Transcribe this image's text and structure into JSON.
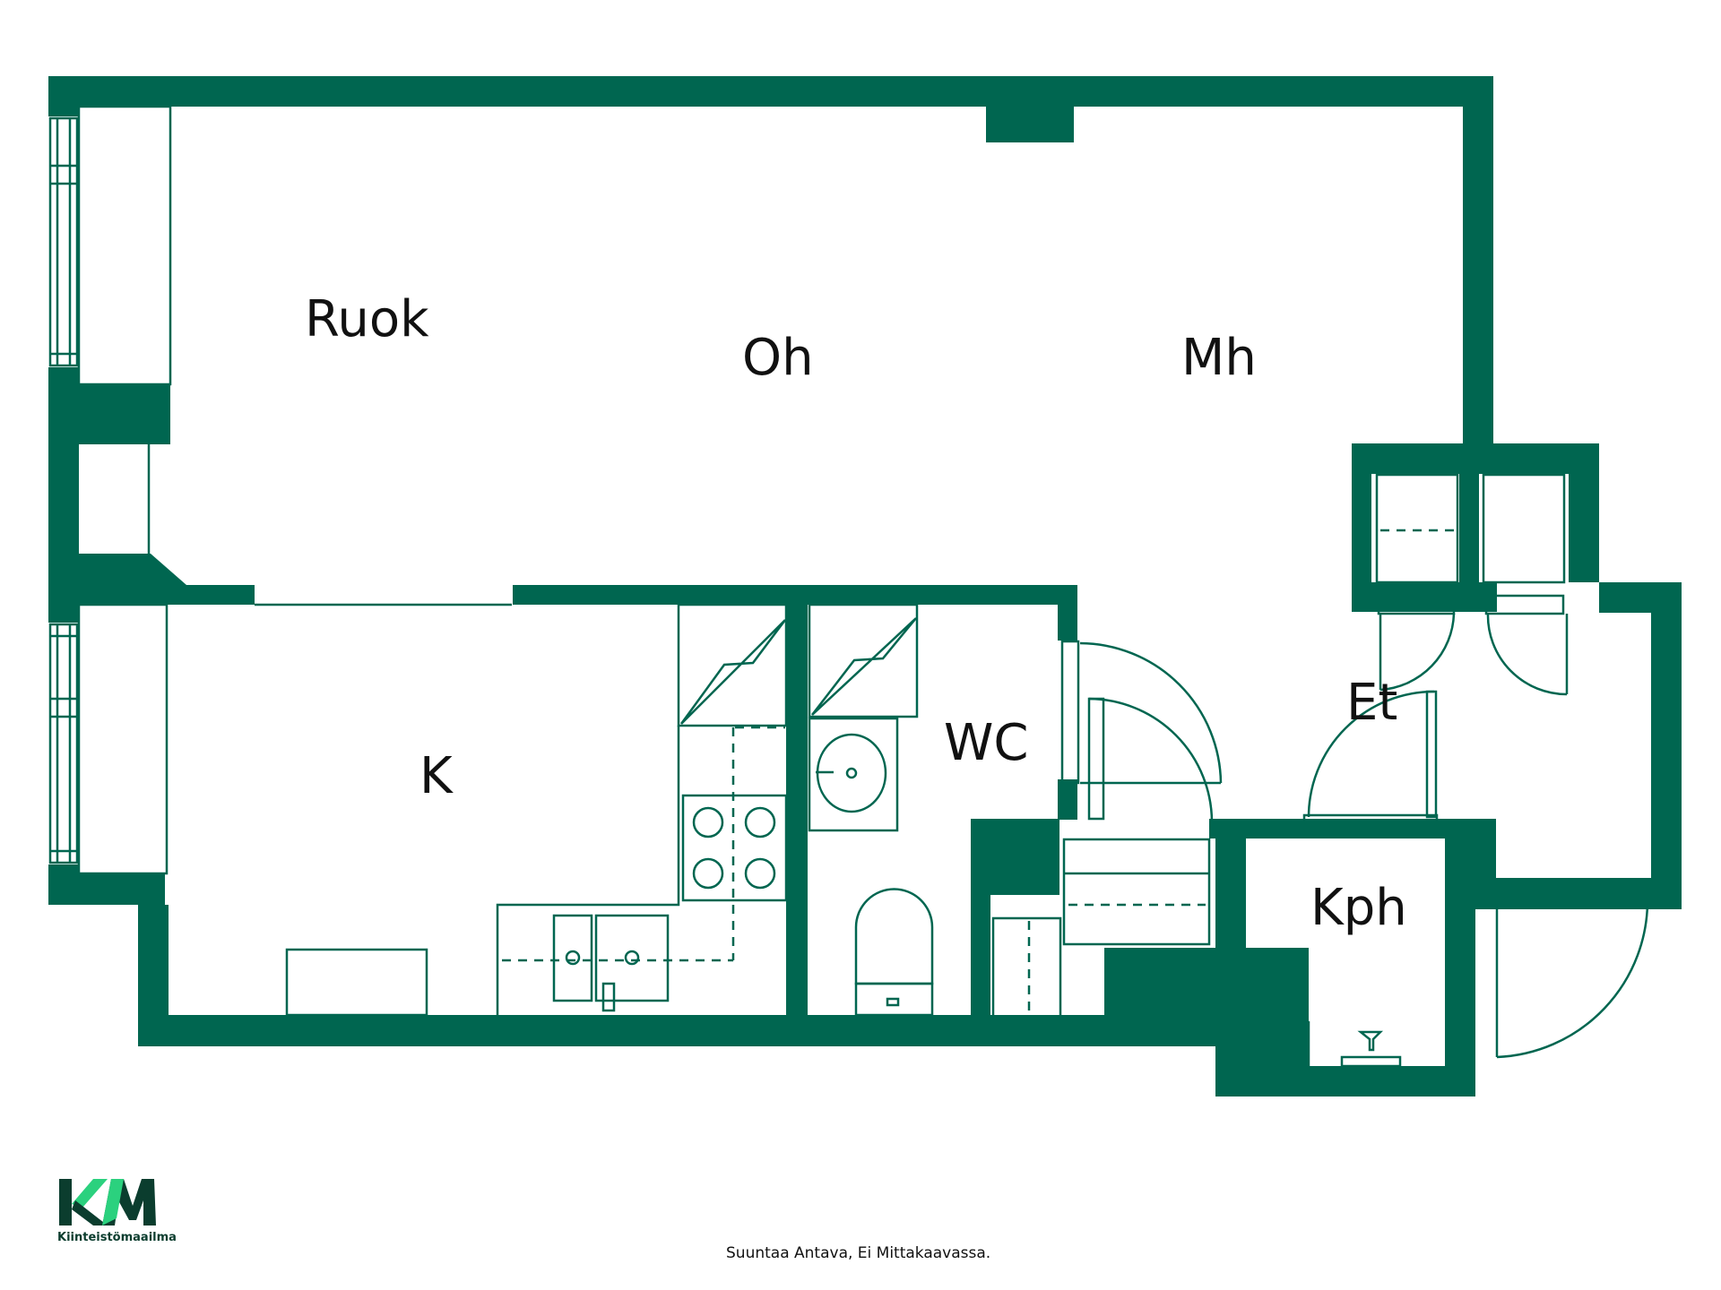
{
  "rooms": {
    "ruok": "Ruok",
    "oh": "Oh",
    "mh": "Mh",
    "k": "K",
    "wc": "WC",
    "et": "Et",
    "kph": "Kph"
  },
  "logo": {
    "tagline": "Kiinteistömaailma"
  },
  "footer": {
    "note": "Suuntaa Antava, Ei Mittakaavassa."
  },
  "colors": {
    "wall": "#006650",
    "logo_dark": "#0b3d2e",
    "logo_light": "#2bd17e"
  }
}
